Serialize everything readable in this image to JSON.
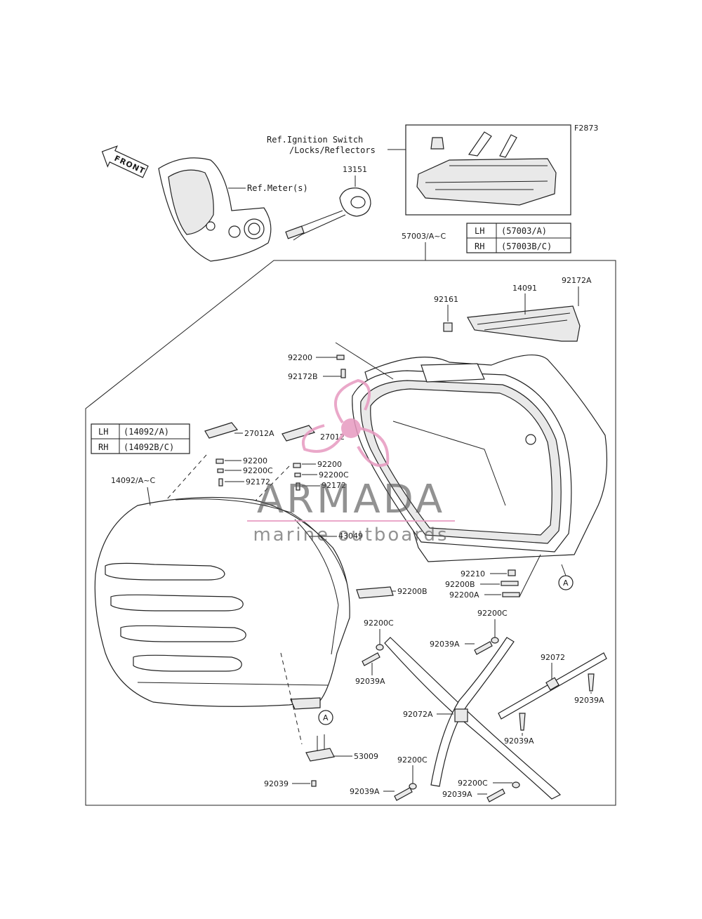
{
  "figure_code": "F2873",
  "front_arrow_label": "FRONT",
  "watermark": {
    "brand": "ARMADA",
    "tagline": "marine outboards",
    "accent_color": "#e79ac0"
  },
  "variant_tables": {
    "case": {
      "rows": [
        {
          "side": "LH",
          "code": "(57003/A)"
        },
        {
          "side": "RH",
          "code": "(57003B/C)"
        }
      ]
    },
    "cover": {
      "rows": [
        {
          "side": "LH",
          "code": "(14092/A)"
        },
        {
          "side": "RH",
          "code": "(14092B/C)"
        }
      ]
    }
  },
  "ref_labels": {
    "ignition_line1": "Ref.Ignition Switch",
    "ignition_line2": "/Locks/Reflectors",
    "meter": "Ref.Meter(s)"
  },
  "callouts": {
    "p13151": "13151",
    "p57003": "57003/A~C",
    "p14091": "14091",
    "p92172A": "92172A",
    "p92161": "92161",
    "p92200_top": "92200",
    "p92172B": "92172B",
    "p27012A": "27012A",
    "p27012": "27012",
    "p92200_l": "92200",
    "p92200C_l": "92200C",
    "p92172_l": "92172",
    "p92200_r": "92200",
    "p92200C_r": "92200C",
    "p92172_r": "92172",
    "p14092": "14092/A~C",
    "p43049": "43049",
    "p92210": "92210",
    "p92200B_r": "92200B",
    "p92200A": "92200A",
    "p92200B_m": "92200B",
    "p92200C_a": "92200C",
    "p92039A_a": "92039A",
    "p92200C_b": "92200C",
    "p92039A_b": "92039A",
    "p92072": "92072",
    "p92039A_c": "92039A",
    "p92072A": "92072A",
    "p92039A_d": "92039A",
    "p53009": "53009",
    "p92039": "92039",
    "p92200C_c": "92200C",
    "p92039A_e": "92039A",
    "p92200C_d": "92200C",
    "p92039A_f": "92039A",
    "ref_A1": "A",
    "ref_A2": "A"
  }
}
